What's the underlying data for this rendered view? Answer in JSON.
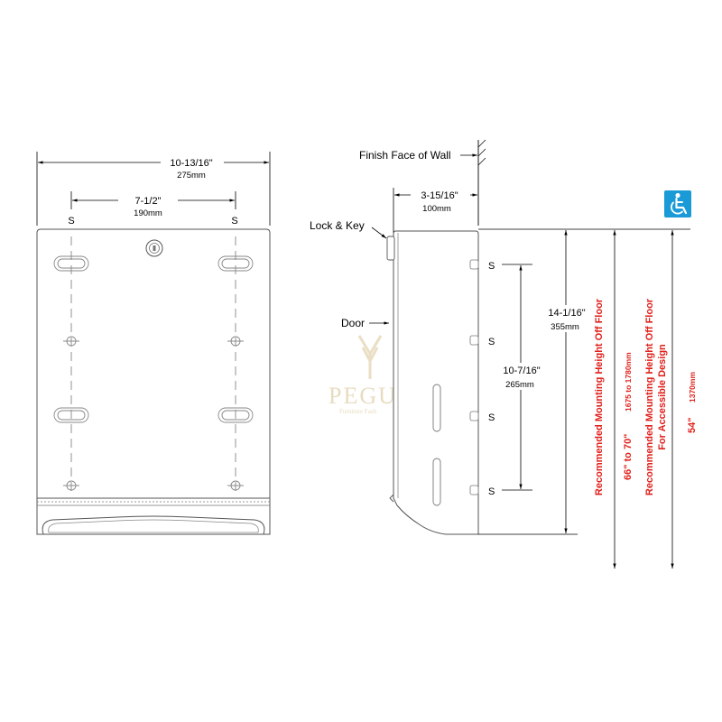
{
  "front_view": {
    "overall_width_in": "10-13/16\"",
    "overall_width_mm": "275mm",
    "slot_spacing_in": "7-1/2\"",
    "slot_spacing_mm": "190mm",
    "screw_label_left": "S",
    "screw_label_right": "S"
  },
  "side_view": {
    "finish_face_label": "Finish Face of Wall",
    "depth_in": "3-15/16\"",
    "depth_mm": "100mm",
    "lock_key_label": "Lock & Key",
    "door_label": "Door",
    "height_in": "14-1/16\"",
    "height_mm": "355mm",
    "screw_spacing_in": "10-7/16\"",
    "screw_spacing_mm": "265mm",
    "screw_labels": [
      "S",
      "S",
      "S",
      "S"
    ]
  },
  "mounting": {
    "recommended_label": "Recommended Mounting Height Off Floor",
    "recommended_value_in": "66\" to 70\"",
    "recommended_value_mm": "1675 to 1780mm",
    "accessible_label_line1": "Recommended Mounting Height Off Floor",
    "accessible_label_line2": "For Accessible Design",
    "accessible_value_in": "54\"",
    "accessible_value_mm": "1370mm"
  },
  "accessibility_icon": "wheelchair-icon",
  "watermark": {
    "brand": "PEGU",
    "tagline": "Furniture Fash"
  },
  "colors": {
    "accent_red": "#e0201b",
    "accessibility_blue": "#1a9ad6"
  }
}
